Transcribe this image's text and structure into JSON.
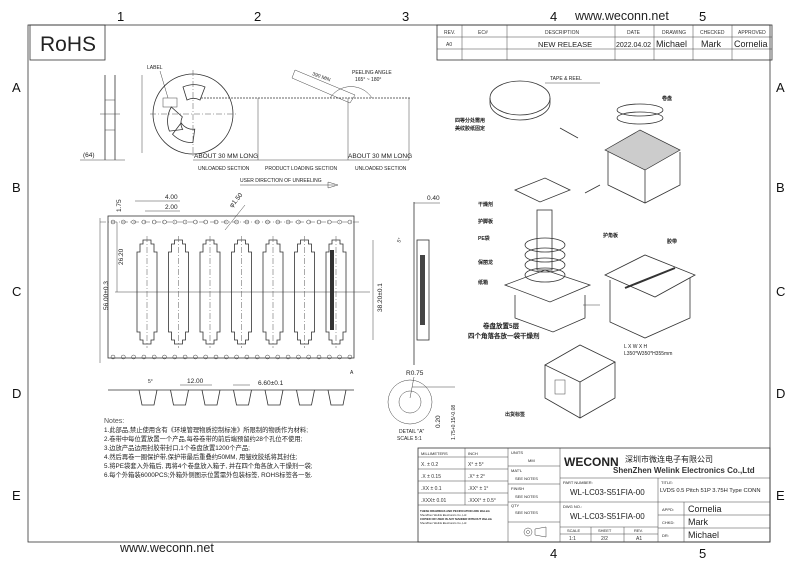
{
  "header": {
    "website": "www.weconn.net",
    "rohs": "RoHS"
  },
  "zones": {
    "cols": [
      "1",
      "2",
      "3",
      "4",
      "5"
    ],
    "rows": [
      "A",
      "B",
      "C",
      "D",
      "E"
    ]
  },
  "revision": {
    "headers": [
      "REV.",
      "EC#",
      "DESCRIPTION",
      "DATE",
      "DRAWING",
      "CHECKED",
      "APPROVED"
    ],
    "row": [
      "A0",
      "",
      "NEW RELEASE",
      "2022.04.02",
      "Michael",
      "Mark",
      "Cornelia"
    ]
  },
  "reel": {
    "label": "LABEL",
    "dim_64": "(64)",
    "min_len": "390 MIN",
    "peeling": "PEELING ANGLE",
    "peeling_range": "165° ~ 180°",
    "about1": "ABOUT 30 MM LONG",
    "unloaded1": "UNLOADED SECTION",
    "loading": "PRODUCT LOADING SECTION",
    "about2": "ABOUT 30 MM LONG",
    "unloaded2": "UNLOADED SECTION",
    "direction": "USER DIRECTION OF UNREELING"
  },
  "tape": {
    "d400": "4.00",
    "d200": "2.00",
    "d175": "1.75",
    "dhole": "φ1.50",
    "d2620": "26.20",
    "d5600": "56.00±0.3",
    "d3820": "38.20±0.1",
    "d1200": "12.00",
    "d660": "6.60±0.1",
    "angle": "5°",
    "d040": "0.40",
    "angle2": "5°",
    "detail_ref": "A"
  },
  "detail": {
    "r": "R0.75",
    "d020": "0.20",
    "d175": "1.75+0.15/-0.08",
    "title": "DETAIL \"A\"",
    "scale": "SCALE 5:1"
  },
  "pack": {
    "tape_reel": "TAPE & REEL",
    "fix_note1": "四等分处需用",
    "fix_note2": "美纹胶纸固定",
    "reel": "卷盘",
    "desiccant": "干燥剂",
    "guard": "护脚板",
    "pe_bag": "PE袋",
    "foam": "保丽龙",
    "paper": "纸箱",
    "corner": "护角板",
    "tape": "胶带",
    "layers1": "卷盘放置5层",
    "layers2": "四个角落各放一袋干燥剂",
    "dims1": "L  X  W  X  H",
    "dims2": "L350*W350*H355mm",
    "ship_label": "出货标签"
  },
  "notes": {
    "title": "Notes:",
    "items": [
      "1.此部品,禁止使用含有《环境管理物质控制标准》所限制的物质作为材料;",
      "2.卷带中每位置放置一个产品,每卷卷带的前后端预留约28个孔位不使用;",
      "3.边放产品边用封胶带封口,1个卷盘放置1200个产品;",
      "4.然后再卷一圈保护带,保护带最后重叠约50MM, 用皱纹胶纸将其封住;",
      "5.将PE袋套入外箱后, 再将4个卷盘放入箱子, 并在四个角各放入干燥剂一袋;",
      "6.每个外箱装6000PCS;外箱外侧图示位置需外包装标签, ROHS标签各一张."
    ]
  },
  "title_block": {
    "mm": "MILLIMETERS",
    "inch": "INCH",
    "tol_mm": [
      "X.  ± 0.2",
      ".X  ± 0.15",
      ".XX ± 0.1",
      ".XXX± 0.01"
    ],
    "tol_inch": [
      "X°  ±  5°",
      ".X°  ±  2°",
      ".XX°  ±  1°",
      ".XXX° ± 0.5°"
    ],
    "units_label": "UNITS",
    "units": "MM",
    "matl_label": "MAT'L",
    "matl": "SEE NOTES",
    "finish_label": "FINISH",
    "finish": "SEE NOTES",
    "qty_label": "QTY",
    "qty": "SEE NOTES",
    "copyright1": "THESE DRAWINGS AND PECIFICATION ARE WeLink",
    "copyright2": "ShenZhen Welink Electronics Co.,Ltd",
    "copyright3": "COPIED OR USED IN ANY MANNER WITHOUT WeLink",
    "copyright4": "ShenZhen Welink Electronics Co.,Ltd",
    "brand": "WECONN",
    "company_cn": "深圳市微连电子有限公司",
    "company_en": "ShenZhen Welink Electronics Co.,Ltd",
    "part_label": "PART NUMBER:",
    "part": "WL-LC03-S51FIA-00",
    "title_label": "TITLE:",
    "title": "LVDS 0.5 Pitch 51P 3.75H Type CONN",
    "dwg_label": "DWG NO.:",
    "dwg": "WL-LC03-S51FIA-00",
    "scale_label": "SCALE",
    "scale": "1:1",
    "sheet_label": "SHEET",
    "sheet": "2/2",
    "rev_label": "REV.",
    "rev": "A1",
    "appd_label": "APPD:",
    "appd": "Cornelia",
    "chkd_label": "CHKD:",
    "chkd": "Mark",
    "dr_label": "DR:",
    "dr": "Michael"
  }
}
